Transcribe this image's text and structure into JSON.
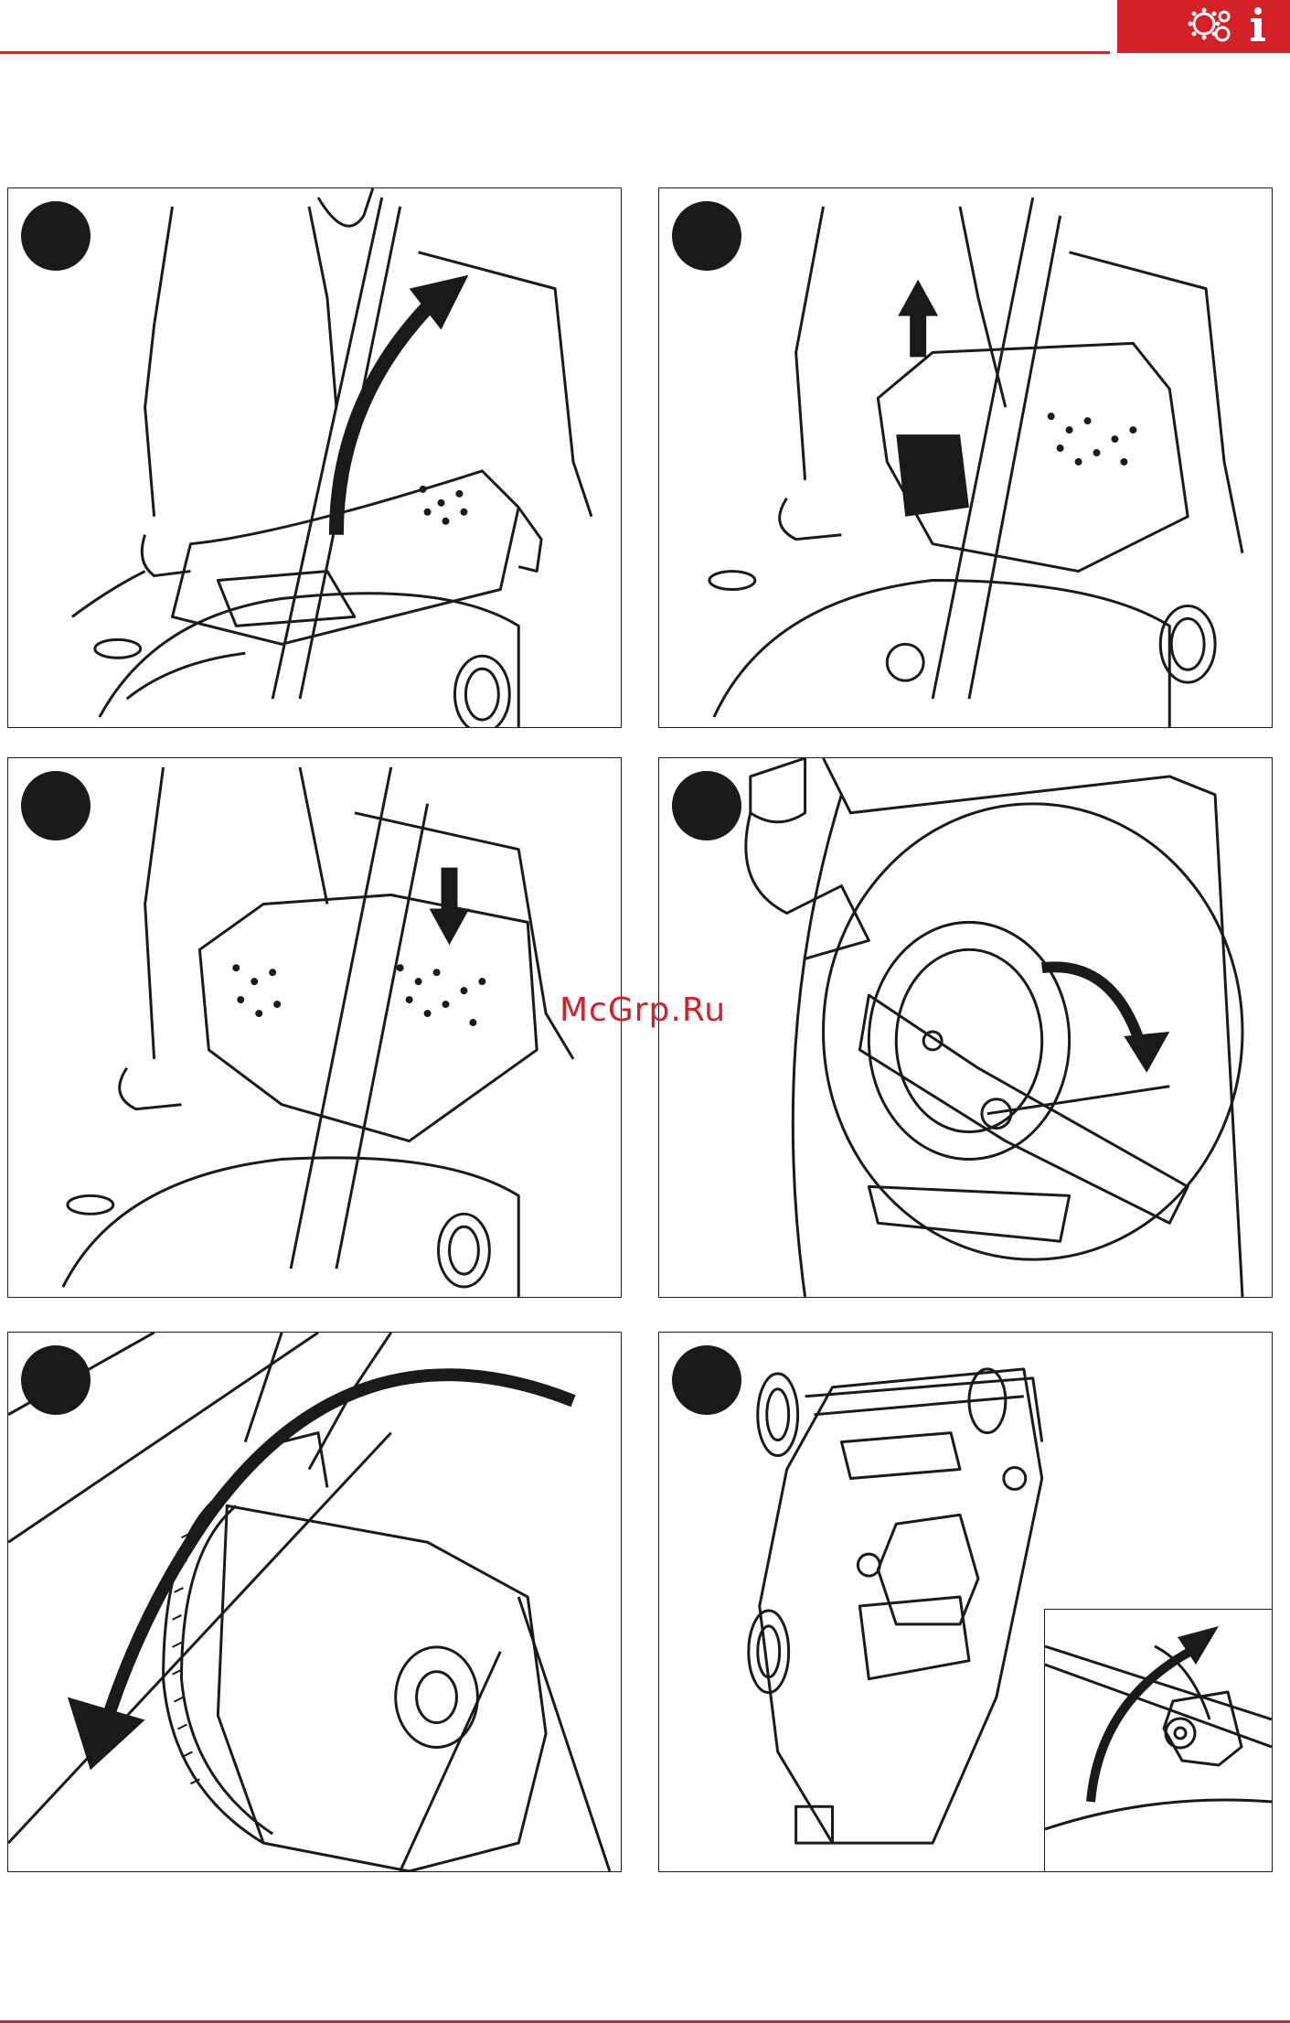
{
  "header": {
    "brand_color": "#d42027",
    "icons": [
      "gears-icon",
      "info-icon"
    ]
  },
  "watermark": {
    "text": "McGrp.Ru"
  },
  "panels": [
    {
      "illustration": "lift-catcher-flap",
      "arrow": "curved-up"
    },
    {
      "illustration": "remove-grass-catcher",
      "arrow": "up"
    },
    {
      "illustration": "insert-grass-catcher",
      "arrow": "down"
    },
    {
      "illustration": "blade-removal-wrench",
      "arrow": "curved-clockwise"
    },
    {
      "illustration": "cutting-height-wheel",
      "arrow": "curved-left"
    },
    {
      "illustration": "folded-handle-storage",
      "arrow": "curved-up-right"
    }
  ]
}
